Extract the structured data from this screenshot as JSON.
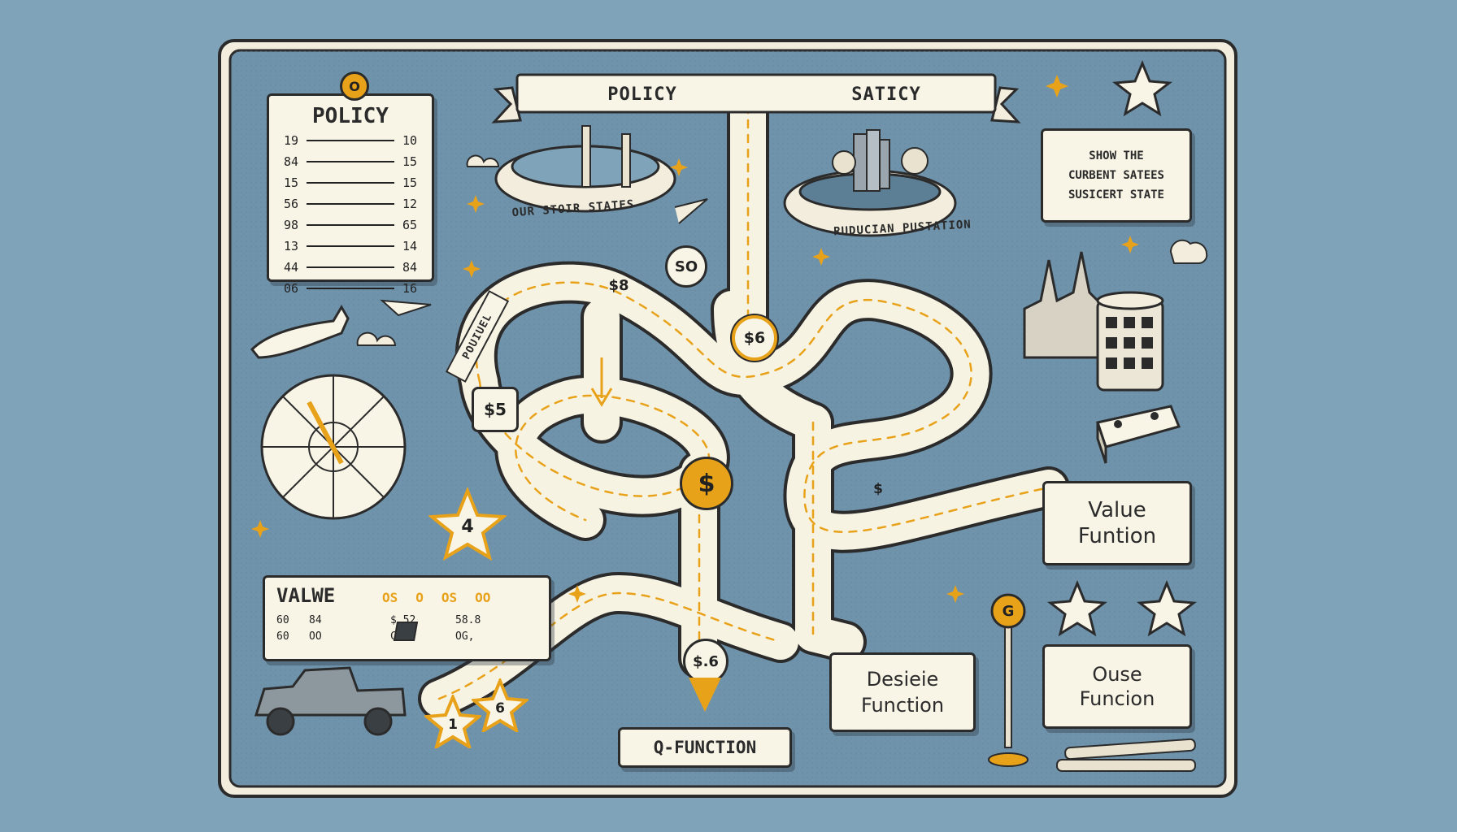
{
  "banner": {
    "left": "POLICY",
    "right": "SATICY"
  },
  "policy_table": {
    "title": "POLICY",
    "rows": [
      {
        "left": "19",
        "right": "10"
      },
      {
        "left": "84",
        "right": "15"
      },
      {
        "left": "15",
        "right": "15"
      },
      {
        "left": "56",
        "right": "12"
      },
      {
        "left": "98",
        "right": "65"
      },
      {
        "left": "13",
        "right": "14"
      },
      {
        "left": "44",
        "right": "84"
      },
      {
        "left": "06",
        "right": "16"
      }
    ]
  },
  "value_table": {
    "title": "VALWE",
    "top_values": [
      "OS",
      "O",
      "OS",
      "OO"
    ],
    "rows": [
      {
        "a": "60",
        "b": "84",
        "c": "$.52",
        "d": "58.8"
      },
      {
        "a": "60",
        "b": "OO",
        "c": "CG,",
        "d": "OG,"
      }
    ]
  },
  "labels": {
    "our_states": "OUR STOIR STATES",
    "rudician": "RUDUCIAN PUSTATION",
    "show_state": [
      "SHOW THE",
      "CURBENT SATEES",
      "SUSICERT STATE"
    ],
    "value_function": [
      "Value",
      "Funtion"
    ],
    "desire_function": [
      "Desieie",
      "Function"
    ],
    "ouse_function": [
      "Ouse",
      "Funcion"
    ],
    "q_function": "Q-FUNCTION",
    "poulen": "POUIUEL"
  },
  "coins": {
    "top_pin": "O",
    "s0": "SO",
    "s8": "$8",
    "s6_top": "$6",
    "s5": "$5",
    "center": "$",
    "small": "$",
    "s6_bottom": "$.6",
    "g_pin": "G"
  },
  "stars": {
    "four": "4",
    "one": "1",
    "six": "6"
  },
  "colors": {
    "background": "#7fa3b8",
    "board": "#6f93ab",
    "path": "#f7f3e3",
    "accent": "#e8a21a",
    "ink": "#2b2b2b"
  }
}
